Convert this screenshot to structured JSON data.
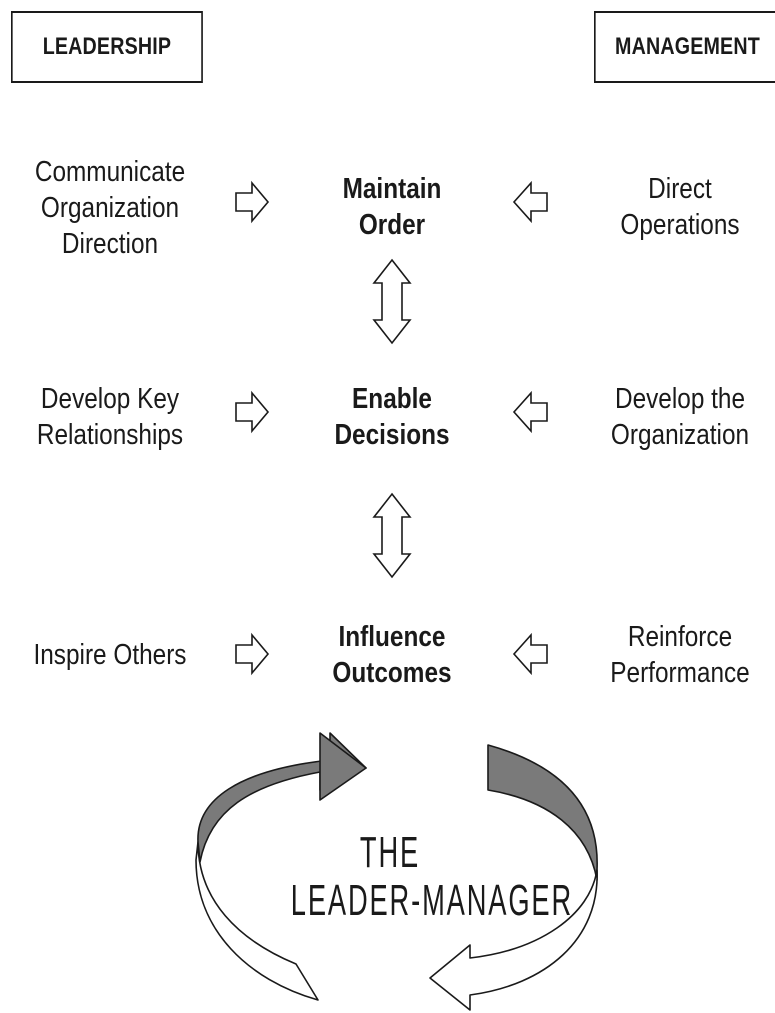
{
  "headers": {
    "leadership": "LEADERSHIP",
    "management": "MANAGEMENT"
  },
  "center_steps": [
    {
      "line1": "Maintain",
      "line2": "Order"
    },
    {
      "line1": "Enable",
      "line2": "Decisions"
    },
    {
      "line1": "Influence",
      "line2": "Outcomes"
    }
  ],
  "leadership_items": [
    {
      "lines": [
        "Communicate",
        "Organization",
        "Direction"
      ]
    },
    {
      "lines": [
        "Develop Key",
        "Relationships"
      ]
    },
    {
      "lines": [
        "Inspire Others"
      ]
    }
  ],
  "management_items": [
    {
      "lines": [
        "Direct",
        "Operations"
      ]
    },
    {
      "lines": [
        "Develop the",
        "Organization"
      ]
    },
    {
      "lines": [
        "Reinforce",
        "Performance"
      ]
    }
  ],
  "cycle": {
    "line1": "THE",
    "line2": "LEADER-MANAGER"
  },
  "colors": {
    "ink": "#1a1a1a",
    "arrow_fill": "#7a7a7a",
    "background": "#ffffff"
  }
}
